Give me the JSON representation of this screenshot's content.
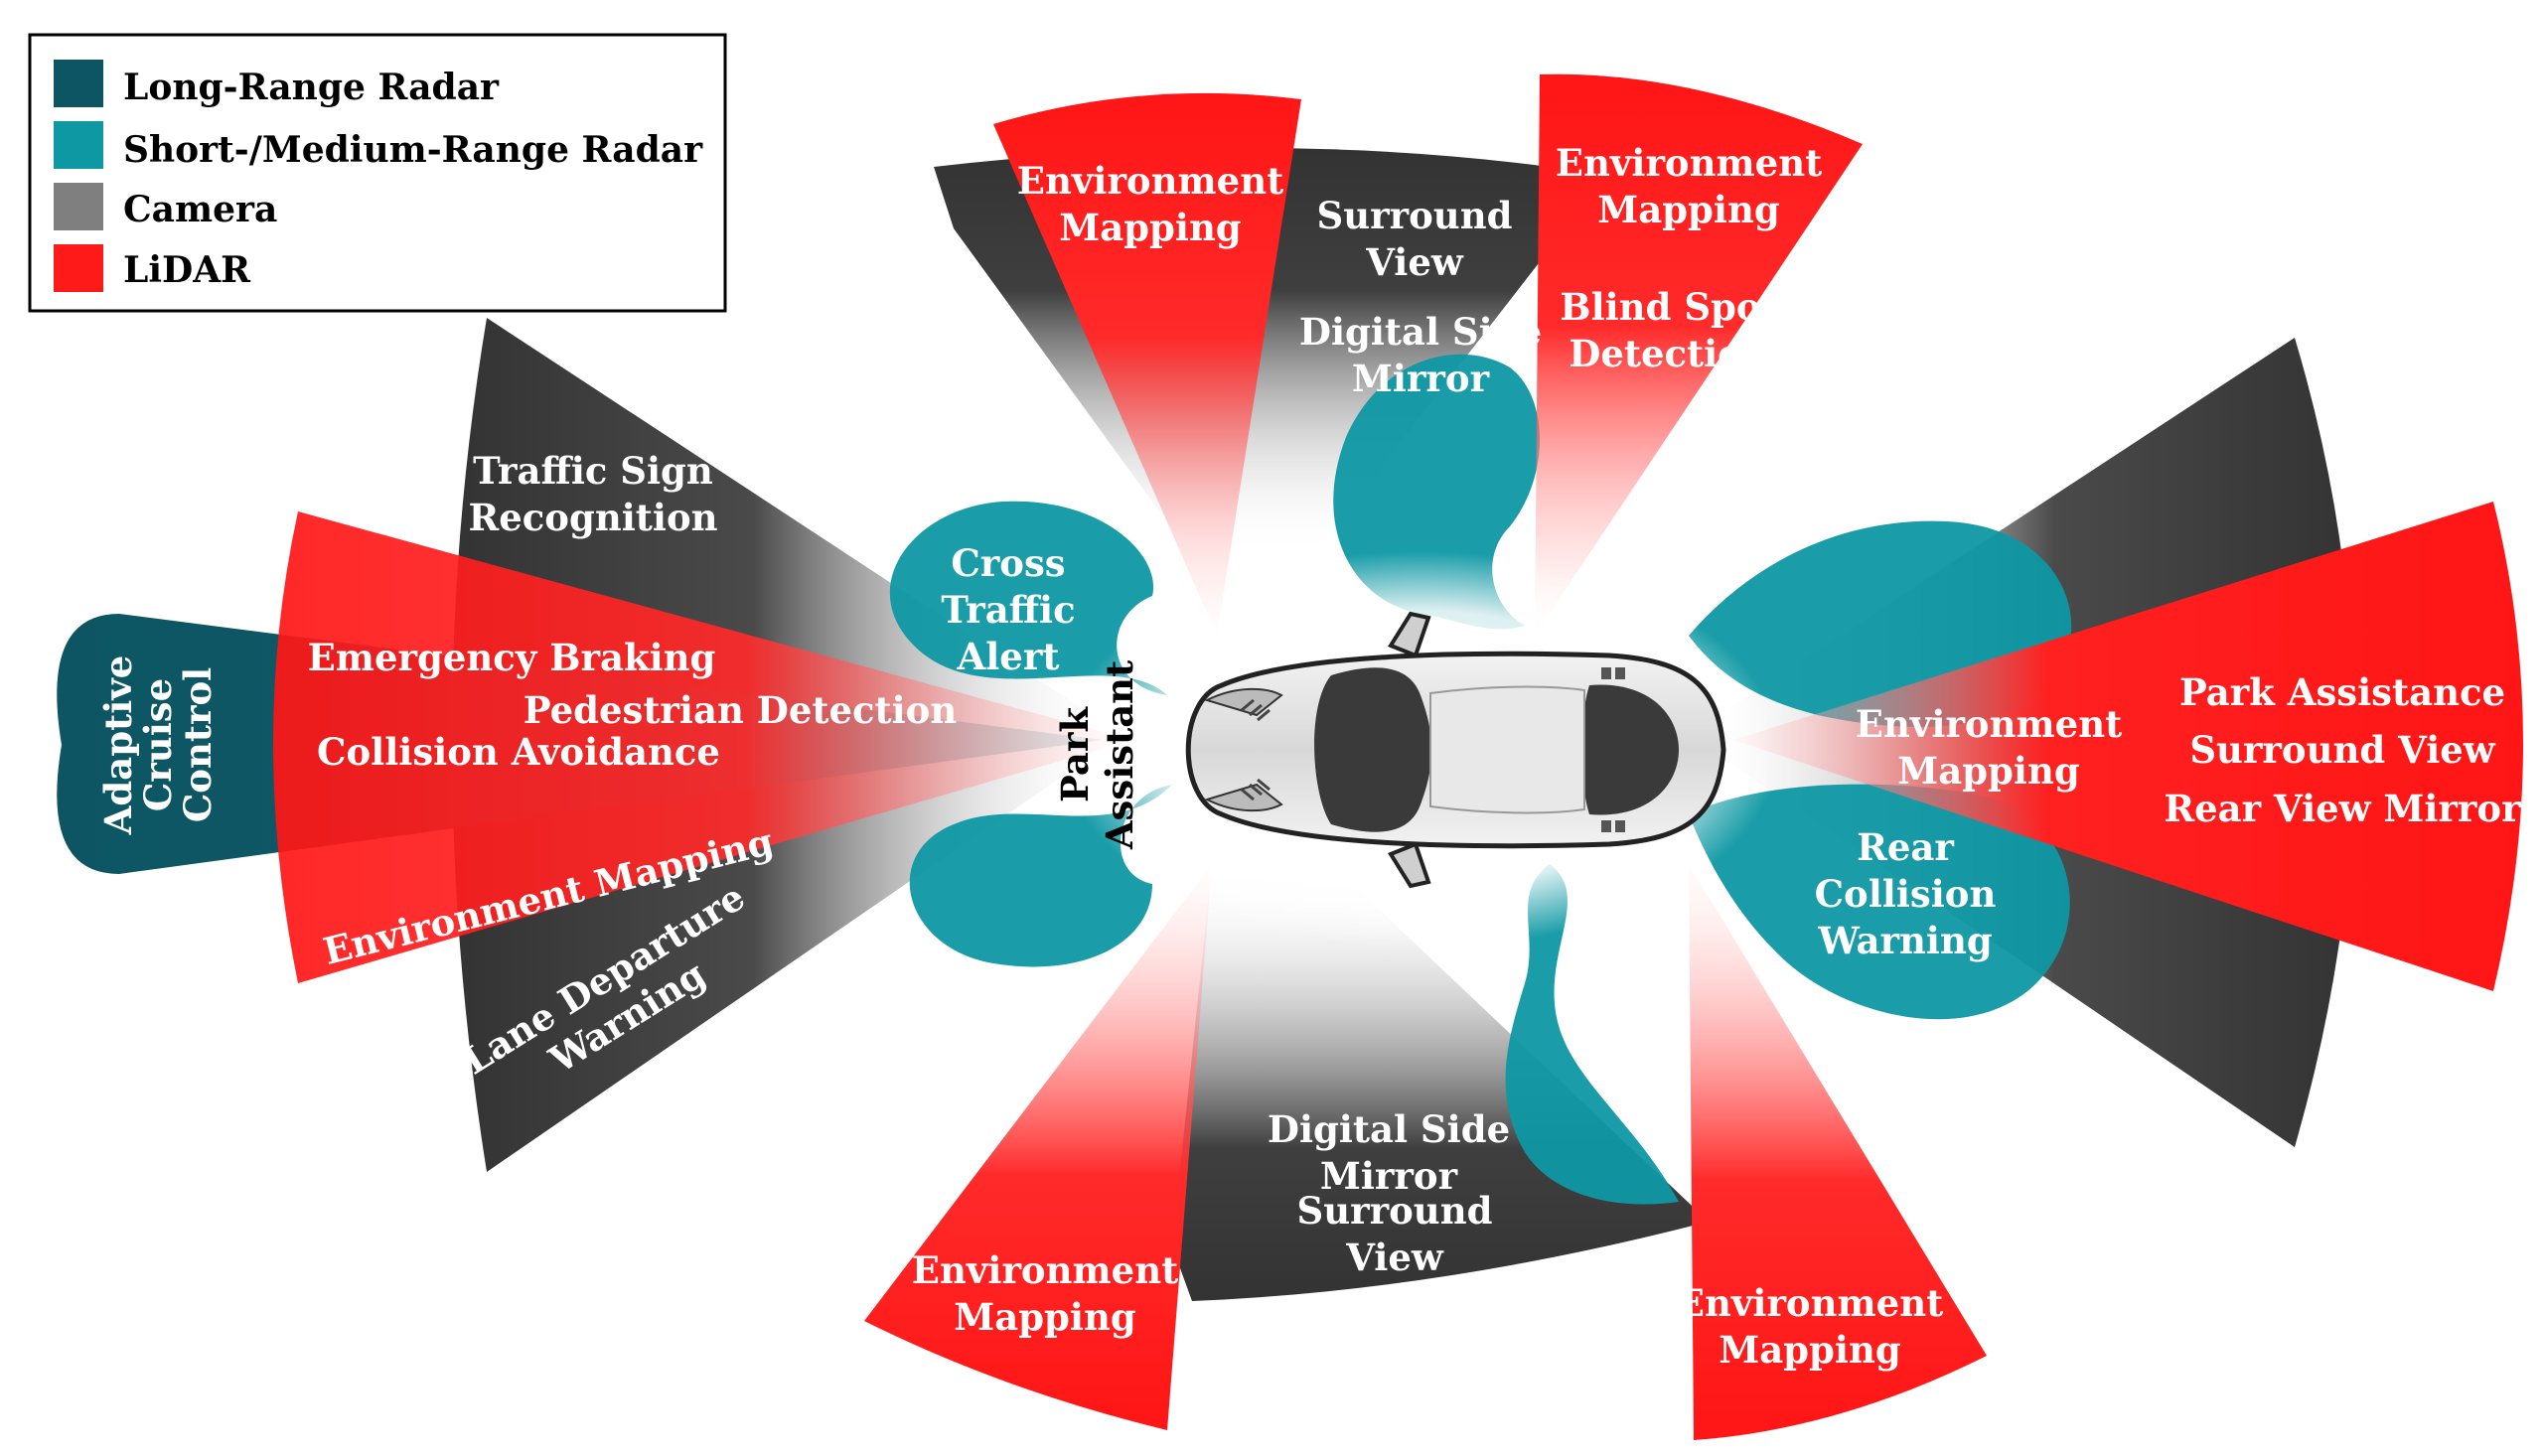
{
  "legend": {
    "items": [
      {
        "label": "Long-Range Radar",
        "color": "#0d5563"
      },
      {
        "label": "Short-/Medium-Range Radar",
        "color": "#0e98a3"
      },
      {
        "label": "Camera",
        "color": "#7f7f7f"
      },
      {
        "label": "LiDAR",
        "color": "#ff1a1a"
      }
    ]
  },
  "colors": {
    "long_range_radar": "#0d5563",
    "short_medium_radar": "#0e98a3",
    "camera": "#3c3c3c",
    "lidar": "#ff1a1a"
  },
  "labels": {
    "adaptive_cruise": [
      "Adaptive",
      "Cruise",
      "Control"
    ],
    "traffic_sign": [
      "Traffic Sign",
      "Recognition"
    ],
    "emergency_braking": "Emergency Braking",
    "pedestrian_detection": "Pedestrian Detection",
    "collision_avoidance": "Collision Avoidance",
    "env_mapping_front": "Environment Mapping",
    "lane_departure": [
      "Lane Departure",
      "Warning"
    ],
    "cross_traffic": [
      "Cross",
      "Traffic",
      "Alert"
    ],
    "park_assistant": [
      "Park",
      "Assistant"
    ],
    "env_mapping_top_left": [
      "Environment",
      "Mapping"
    ],
    "surround_view_top": [
      "Surround",
      "View"
    ],
    "digital_side_mirror_top": [
      "Digital Side",
      "Mirror"
    ],
    "env_mapping_top_right": [
      "Environment",
      "Mapping"
    ],
    "blind_spot": [
      "Blind Spot",
      "Detection"
    ],
    "env_mapping_rear": [
      "Environment",
      "Mapping"
    ],
    "rear_collision": [
      "Rear",
      "Collision",
      "Warning"
    ],
    "park_assistance": "Park Assistance",
    "surround_view_rear": "Surround View",
    "rear_view_mirror": "Rear View Mirror",
    "digital_side_mirror_bottom": [
      "Digital Side",
      "Mirror"
    ],
    "surround_view_bottom": [
      "Surround",
      "View"
    ],
    "env_mapping_bottom_left": [
      "Environment",
      "Mapping"
    ],
    "env_mapping_bottom_right": [
      "Environment",
      "Mapping"
    ]
  }
}
